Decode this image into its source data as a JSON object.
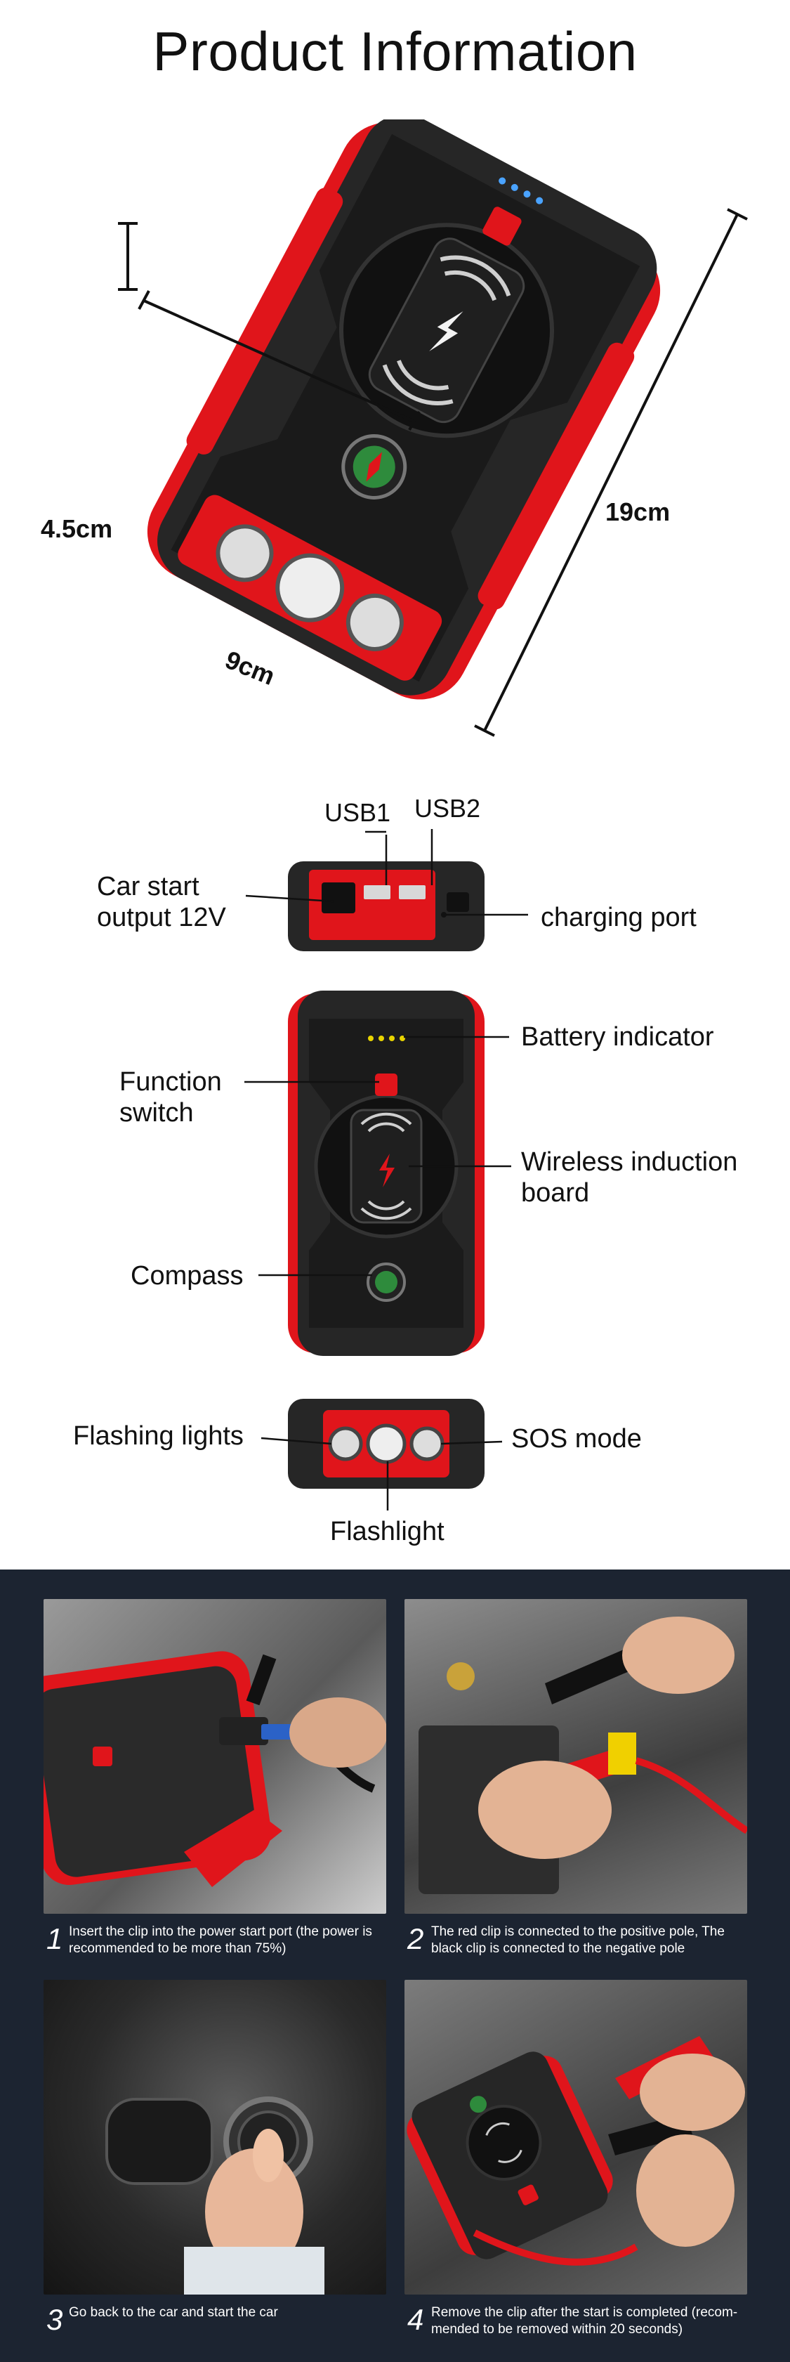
{
  "title": "Product Information",
  "dimensions": {
    "height": "4.5cm",
    "width": "9cm",
    "length": "19cm"
  },
  "top_view": {
    "usb1": "USB1",
    "usb2": "USB2",
    "car_start_line1": "Car start",
    "car_start_line2": "output 12V",
    "charging_port": "charging port"
  },
  "front_view": {
    "battery_indicator": "Battery indicator",
    "function_line1": "Function",
    "function_line2": "switch",
    "wireless_line1": "Wireless induction",
    "wireless_line2": "board",
    "compass": "Compass"
  },
  "bottom_view": {
    "flashing_lights": "Flashing lights",
    "sos_mode": "SOS mode",
    "flashlight": "Flashlight"
  },
  "steps": [
    {
      "num": "1",
      "text": "Insert the clip into the power start port (the power is recommended to be more than 75%)"
    },
    {
      "num": "2",
      "text": "The red clip is connected to the positive pole, The black clip is connected to the negative pole"
    },
    {
      "num": "3",
      "text": "Go back to the car and start the car"
    },
    {
      "num": "4",
      "text": "Remove the clip after the start is completed (recom-mended to be removed within 20 seconds)"
    }
  ],
  "colors": {
    "brand_red": "#e0151b",
    "body_black": "#232323",
    "panel_dark": "#1c2431"
  }
}
